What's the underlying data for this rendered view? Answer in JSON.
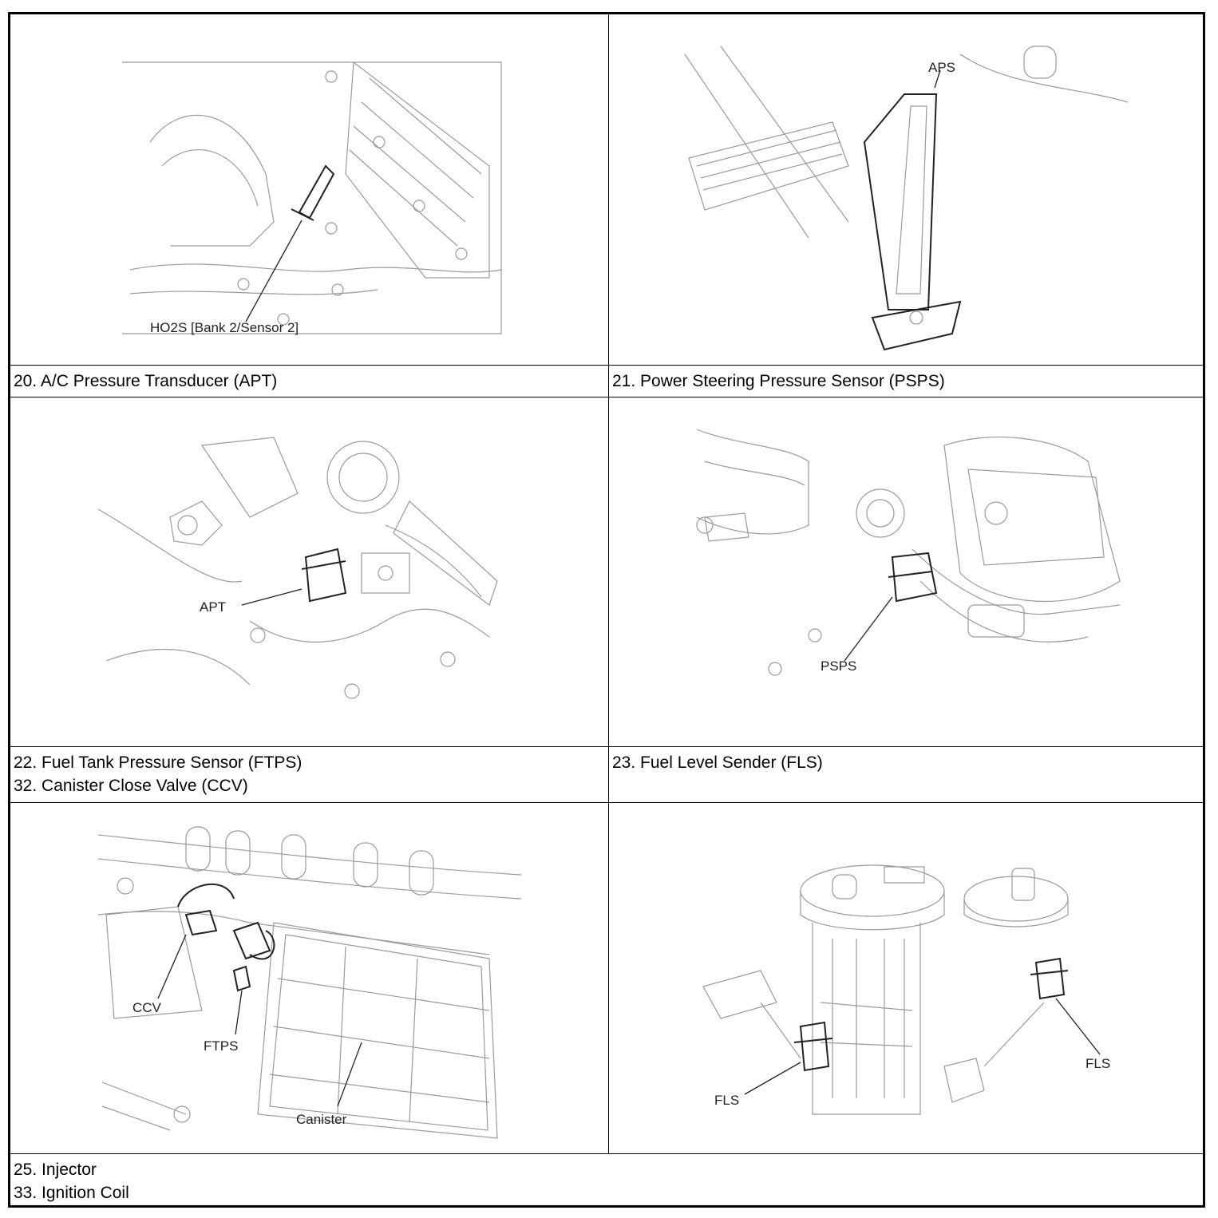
{
  "figures": {
    "ho2s_label": "HO2S [Bank 2/Sensor 2]",
    "aps_label": "APS",
    "apt_label": "APT",
    "psps_label": "PSPS",
    "ccv_label": "CCV",
    "ftps_label": "FTPS",
    "canister_label": "Canister",
    "fls_label_left": "FLS",
    "fls_label_right": "FLS"
  },
  "captions": {
    "row1_left": "20. A/C Pressure Transducer (APT)",
    "row1_right": "21. Power Steering Pressure Sensor (PSPS)",
    "row2_left_line1": "22. Fuel Tank Pressure Sensor (FTPS)",
    "row2_left_line2": "32. Canister Close Valve (CCV)",
    "row2_right": "23. Fuel Level Sender (FLS)",
    "row3_line1": "25. Injector",
    "row3_line2": "33. Ignition Coil"
  }
}
